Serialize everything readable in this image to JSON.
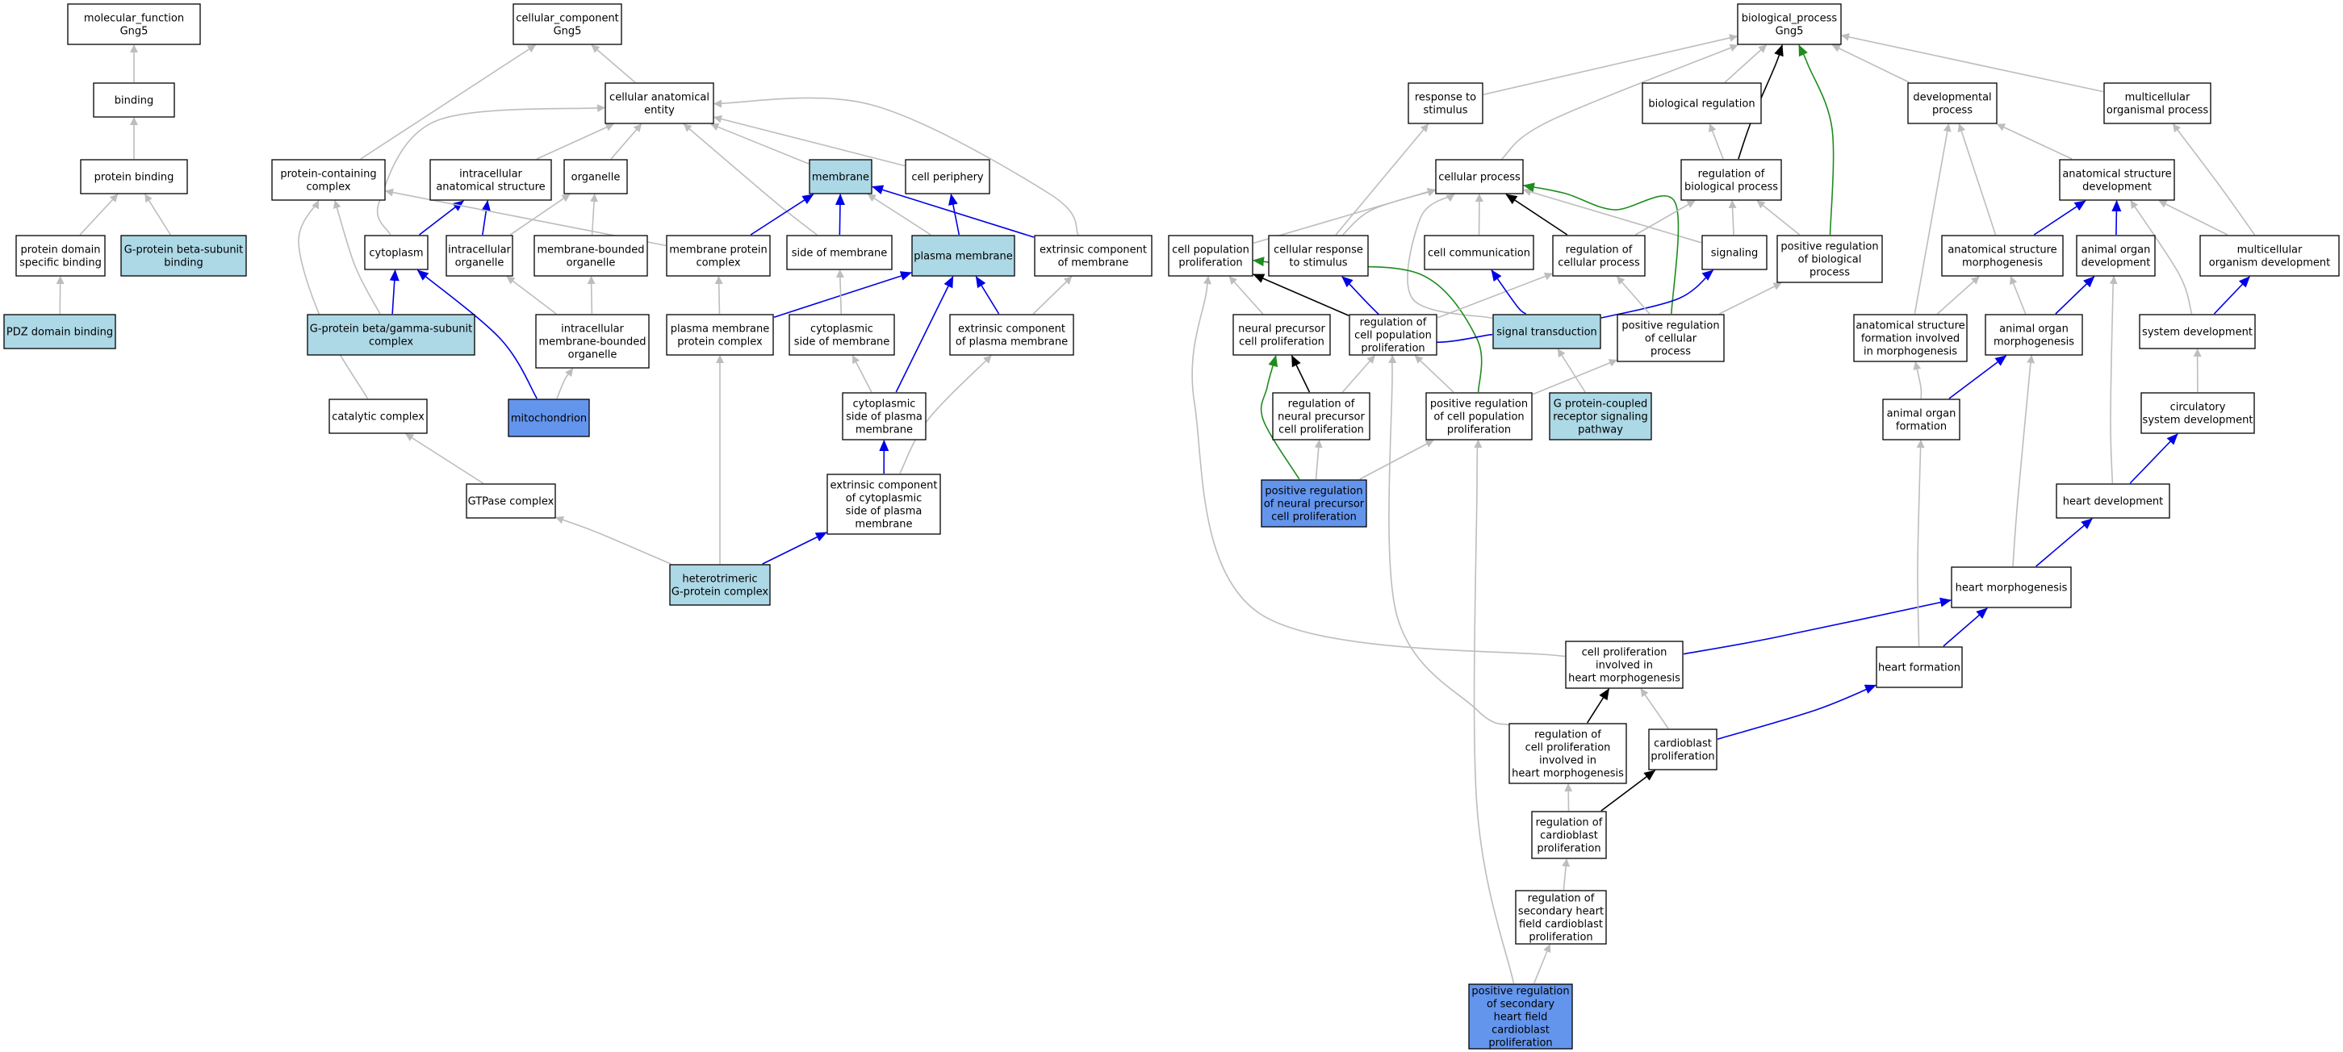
{
  "colors": {
    "white": "#ffffff",
    "light": "#add8e6",
    "medium": "#6495ed",
    "gray": "#bdbdbd",
    "blue": "#0000e6",
    "black": "#000000",
    "green": "#1e8c1e"
  },
  "nodes": [
    {
      "id": "mf",
      "lines": [
        "molecular_function",
        "Gng5"
      ],
      "fill": "white"
    },
    {
      "id": "binding",
      "lines": [
        "binding"
      ],
      "fill": "white"
    },
    {
      "id": "protbind",
      "lines": [
        "protein binding"
      ],
      "fill": "white"
    },
    {
      "id": "pdsb",
      "lines": [
        "protein domain",
        "specific binding"
      ],
      "fill": "white"
    },
    {
      "id": "gpbsub",
      "lines": [
        "G-protein beta-subunit",
        "binding"
      ],
      "fill": "light"
    },
    {
      "id": "pdz",
      "lines": [
        "PDZ domain binding"
      ],
      "fill": "light"
    },
    {
      "id": "cc",
      "lines": [
        "cellular_component",
        "Gng5"
      ],
      "fill": "white"
    },
    {
      "id": "cae",
      "lines": [
        "cellular anatomical",
        "entity"
      ],
      "fill": "white"
    },
    {
      "id": "pcc",
      "lines": [
        "protein-containing",
        "complex"
      ],
      "fill": "white"
    },
    {
      "id": "ias",
      "lines": [
        "intracellular",
        "anatomical structure"
      ],
      "fill": "white"
    },
    {
      "id": "organelle",
      "lines": [
        "organelle"
      ],
      "fill": "white"
    },
    {
      "id": "membrane",
      "lines": [
        "membrane"
      ],
      "fill": "light"
    },
    {
      "id": "cellper",
      "lines": [
        "cell periphery"
      ],
      "fill": "white"
    },
    {
      "id": "cytoplasm",
      "lines": [
        "cytoplasm"
      ],
      "fill": "white"
    },
    {
      "id": "intorg",
      "lines": [
        "intracellular",
        "organelle"
      ],
      "fill": "white"
    },
    {
      "id": "mbo",
      "lines": [
        "membrane-bounded",
        "organelle"
      ],
      "fill": "white"
    },
    {
      "id": "mpc",
      "lines": [
        "membrane protein",
        "complex"
      ],
      "fill": "white"
    },
    {
      "id": "som",
      "lines": [
        "side of membrane"
      ],
      "fill": "white"
    },
    {
      "id": "pm",
      "lines": [
        "plasma membrane"
      ],
      "fill": "light"
    },
    {
      "id": "ecm",
      "lines": [
        "extrinsic component",
        "of membrane"
      ],
      "fill": "white"
    },
    {
      "id": "gbgc",
      "lines": [
        "G-protein beta/gamma-subunit",
        "complex"
      ],
      "fill": "light"
    },
    {
      "id": "imbo",
      "lines": [
        "intracellular",
        "membrane-bounded",
        "organelle"
      ],
      "fill": "white"
    },
    {
      "id": "pmpc",
      "lines": [
        "plasma membrane",
        "protein complex"
      ],
      "fill": "white"
    },
    {
      "id": "csm",
      "lines": [
        "cytoplasmic",
        "side of membrane"
      ],
      "fill": "white"
    },
    {
      "id": "ecpm",
      "lines": [
        "extrinsic component",
        "of plasma membrane"
      ],
      "fill": "white"
    },
    {
      "id": "catcx",
      "lines": [
        "catalytic complex"
      ],
      "fill": "white"
    },
    {
      "id": "mito",
      "lines": [
        "mitochondrion"
      ],
      "fill": "medium"
    },
    {
      "id": "cspm",
      "lines": [
        "cytoplasmic",
        "side of plasma",
        "membrane"
      ],
      "fill": "white"
    },
    {
      "id": "gtpcx",
      "lines": [
        "GTPase complex"
      ],
      "fill": "white"
    },
    {
      "id": "eccspm",
      "lines": [
        "extrinsic component",
        "of cytoplasmic",
        "side of plasma",
        "membrane"
      ],
      "fill": "white"
    },
    {
      "id": "hgpc",
      "lines": [
        "heterotrimeric",
        "G-protein complex"
      ],
      "fill": "light"
    },
    {
      "id": "bp",
      "lines": [
        "biological_process",
        "Gng5"
      ],
      "fill": "white"
    },
    {
      "id": "rts",
      "lines": [
        "response to",
        "stimulus"
      ],
      "fill": "white"
    },
    {
      "id": "breg",
      "lines": [
        "biological regulation"
      ],
      "fill": "white"
    },
    {
      "id": "devp",
      "lines": [
        "developmental",
        "process"
      ],
      "fill": "white"
    },
    {
      "id": "mcop",
      "lines": [
        "multicellular",
        "organismal process"
      ],
      "fill": "white"
    },
    {
      "id": "cellproc",
      "lines": [
        "cellular process"
      ],
      "fill": "white"
    },
    {
      "id": "rbp",
      "lines": [
        "regulation of",
        "biological process"
      ],
      "fill": "white"
    },
    {
      "id": "asd",
      "lines": [
        "anatomical structure",
        "development"
      ],
      "fill": "white"
    },
    {
      "id": "cpp",
      "lines": [
        "cell population",
        "proliferation"
      ],
      "fill": "white"
    },
    {
      "id": "crs",
      "lines": [
        "cellular response",
        "to stimulus"
      ],
      "fill": "white"
    },
    {
      "id": "ccomm",
      "lines": [
        "cell communication"
      ],
      "fill": "white"
    },
    {
      "id": "rcp",
      "lines": [
        "regulation of",
        "cellular process"
      ],
      "fill": "white"
    },
    {
      "id": "signaling",
      "lines": [
        "signaling"
      ],
      "fill": "white"
    },
    {
      "id": "prbp",
      "lines": [
        "positive regulation",
        "of biological",
        "process"
      ],
      "fill": "white"
    },
    {
      "id": "asm",
      "lines": [
        "anatomical structure",
        "morphogenesis"
      ],
      "fill": "white"
    },
    {
      "id": "aod",
      "lines": [
        "animal organ",
        "development"
      ],
      "fill": "white"
    },
    {
      "id": "mod",
      "lines": [
        "multicellular",
        "organism development"
      ],
      "fill": "white"
    },
    {
      "id": "npcp",
      "lines": [
        "neural precursor",
        "cell proliferation"
      ],
      "fill": "white"
    },
    {
      "id": "rcpp",
      "lines": [
        "regulation of",
        "cell population",
        "proliferation"
      ],
      "fill": "white"
    },
    {
      "id": "sigtrans",
      "lines": [
        "signal transduction"
      ],
      "fill": "light"
    },
    {
      "id": "prcp",
      "lines": [
        "positive regulation",
        "of cellular",
        "process"
      ],
      "fill": "white"
    },
    {
      "id": "asfim",
      "lines": [
        "anatomical structure",
        "formation involved",
        "in morphogenesis"
      ],
      "fill": "white"
    },
    {
      "id": "aom",
      "lines": [
        "animal organ",
        "morphogenesis"
      ],
      "fill": "white"
    },
    {
      "id": "sysdev",
      "lines": [
        "system development"
      ],
      "fill": "white"
    },
    {
      "id": "rnpcp",
      "lines": [
        "regulation of",
        "neural precursor",
        "cell proliferation"
      ],
      "fill": "white"
    },
    {
      "id": "prcpp",
      "lines": [
        "positive regulation",
        "of cell population",
        "proliferation"
      ],
      "fill": "white"
    },
    {
      "id": "gpcr",
      "lines": [
        "G protein-coupled",
        "receptor signaling",
        "pathway"
      ],
      "fill": "light"
    },
    {
      "id": "aof",
      "lines": [
        "animal organ",
        "formation"
      ],
      "fill": "white"
    },
    {
      "id": "csd",
      "lines": [
        "circulatory",
        "system development"
      ],
      "fill": "white"
    },
    {
      "id": "prnpcp",
      "lines": [
        "positive regulation",
        "of neural precursor",
        "cell proliferation"
      ],
      "fill": "medium"
    },
    {
      "id": "heartdev",
      "lines": [
        "heart development"
      ],
      "fill": "white"
    },
    {
      "id": "heartmorph",
      "lines": [
        "heart morphogenesis"
      ],
      "fill": "white"
    },
    {
      "id": "cpihm",
      "lines": [
        "cell proliferation",
        "involved in",
        "heart morphogenesis"
      ],
      "fill": "white"
    },
    {
      "id": "heartform",
      "lines": [
        "heart formation"
      ],
      "fill": "white"
    },
    {
      "id": "rcpihm",
      "lines": [
        "regulation of",
        "cell proliferation",
        "involved in",
        "heart morphogenesis"
      ],
      "fill": "white"
    },
    {
      "id": "cbprol",
      "lines": [
        "cardioblast",
        "proliferation"
      ],
      "fill": "white"
    },
    {
      "id": "rcbp",
      "lines": [
        "regulation of",
        "cardioblast",
        "proliferation"
      ],
      "fill": "white"
    },
    {
      "id": "rshfcp",
      "lines": [
        "regulation of",
        "secondary heart",
        "field cardioblast",
        "proliferation"
      ],
      "fill": "white"
    },
    {
      "id": "prshfcp",
      "lines": [
        "positive regulation",
        "of secondary",
        "heart field",
        "cardioblast",
        "proliferation"
      ],
      "fill": "medium"
    }
  ],
  "edges": [
    [
      "binding",
      "mf",
      "gray"
    ],
    [
      "protbind",
      "binding",
      "gray"
    ],
    [
      "pdsb",
      "protbind",
      "gray"
    ],
    [
      "gpbsub",
      "protbind",
      "gray"
    ],
    [
      "pdz",
      "pdsb",
      "gray"
    ],
    [
      "cae",
      "cc",
      "gray"
    ],
    [
      "pcc",
      "cc",
      "gray"
    ],
    [
      "ias",
      "cae",
      "gray"
    ],
    [
      "organelle",
      "cae",
      "gray"
    ],
    [
      "membrane",
      "cae",
      "gray"
    ],
    [
      "cellper",
      "cae",
      "gray"
    ],
    [
      "cytoplasm",
      "cae",
      "gray"
    ],
    [
      "som",
      "cae",
      "gray"
    ],
    [
      "ecm",
      "cae",
      "gray"
    ],
    [
      "cytoplasm",
      "ias",
      "blue"
    ],
    [
      "intorg",
      "ias",
      "blue"
    ],
    [
      "intorg",
      "organelle",
      "gray"
    ],
    [
      "mbo",
      "organelle",
      "gray"
    ],
    [
      "mpc",
      "pcc",
      "gray"
    ],
    [
      "gbgc",
      "pcc",
      "gray"
    ],
    [
      "catcx",
      "pcc",
      "gray"
    ],
    [
      "mpc",
      "membrane",
      "blue"
    ],
    [
      "som",
      "membrane",
      "blue"
    ],
    [
      "pm",
      "membrane",
      "gray"
    ],
    [
      "pm",
      "cellper",
      "blue"
    ],
    [
      "ecm",
      "membrane",
      "blue"
    ],
    [
      "gbgc",
      "cytoplasm",
      "blue"
    ],
    [
      "mito",
      "cytoplasm",
      "blue"
    ],
    [
      "imbo",
      "intorg",
      "gray"
    ],
    [
      "imbo",
      "mbo",
      "gray"
    ],
    [
      "mito",
      "imbo",
      "gray"
    ],
    [
      "pmpc",
      "mpc",
      "gray"
    ],
    [
      "pmpc",
      "pm",
      "blue"
    ],
    [
      "csm",
      "som",
      "gray"
    ],
    [
      "ecpm",
      "pm",
      "blue"
    ],
    [
      "ecpm",
      "ecm",
      "gray"
    ],
    [
      "cspm",
      "csm",
      "gray"
    ],
    [
      "cspm",
      "pm",
      "blue"
    ],
    [
      "eccspm",
      "cspm",
      "blue"
    ],
    [
      "eccspm",
      "ecpm",
      "gray"
    ],
    [
      "gtpcx",
      "catcx",
      "gray"
    ],
    [
      "hgpc",
      "gtpcx",
      "gray"
    ],
    [
      "hgpc",
      "pmpc",
      "gray"
    ],
    [
      "hgpc",
      "eccspm",
      "blue"
    ],
    [
      "rts",
      "bp",
      "gray"
    ],
    [
      "breg",
      "bp",
      "gray"
    ],
    [
      "devp",
      "bp",
      "gray"
    ],
    [
      "mcop",
      "bp",
      "gray"
    ],
    [
      "cellproc",
      "bp",
      "gray"
    ],
    [
      "rbp",
      "bp",
      "black"
    ],
    [
      "prbp",
      "bp",
      "green"
    ],
    [
      "rbp",
      "breg",
      "gray"
    ],
    [
      "crs",
      "rts",
      "gray"
    ],
    [
      "asd",
      "devp",
      "gray"
    ],
    [
      "mod",
      "mcop",
      "gray"
    ],
    [
      "cpp",
      "cellproc",
      "gray"
    ],
    [
      "crs",
      "cellproc",
      "gray"
    ],
    [
      "ccomm",
      "cellproc",
      "gray"
    ],
    [
      "rcp",
      "cellproc",
      "black"
    ],
    [
      "signaling",
      "cellproc",
      "gray"
    ],
    [
      "sigtrans",
      "cellproc",
      "gray"
    ],
    [
      "prcp",
      "cellproc",
      "green"
    ],
    [
      "rcp",
      "rbp",
      "gray"
    ],
    [
      "signaling",
      "rbp",
      "gray"
    ],
    [
      "prbp",
      "rbp",
      "gray"
    ],
    [
      "asm",
      "asd",
      "blue"
    ],
    [
      "aod",
      "asd",
      "blue"
    ],
    [
      "mod",
      "asd",
      "gray"
    ],
    [
      "sysdev",
      "asd",
      "gray"
    ],
    [
      "asm",
      "devp",
      "gray"
    ],
    [
      "asfim",
      "devp",
      "gray"
    ],
    [
      "npcp",
      "cpp",
      "gray"
    ],
    [
      "rcpp",
      "cpp",
      "black"
    ],
    [
      "prcpp",
      "cpp",
      "green"
    ],
    [
      "cpihm",
      "cpp",
      "gray"
    ],
    [
      "rcpp",
      "rcp",
      "gray"
    ],
    [
      "sigtrans",
      "crs",
      "blue"
    ],
    [
      "sigtrans",
      "ccomm",
      "blue"
    ],
    [
      "sigtrans",
      "signaling",
      "blue"
    ],
    [
      "prcp",
      "rcp",
      "gray"
    ],
    [
      "prcp",
      "prbp",
      "gray"
    ],
    [
      "asfim",
      "asm",
      "gray"
    ],
    [
      "aom",
      "asm",
      "gray"
    ],
    [
      "aom",
      "aod",
      "blue"
    ],
    [
      "sysdev",
      "mod",
      "blue"
    ],
    [
      "rnpcp",
      "npcp",
      "black"
    ],
    [
      "rnpcp",
      "rcpp",
      "gray"
    ],
    [
      "prnpcp",
      "npcp",
      "green"
    ],
    [
      "prnpcp",
      "rnpcp",
      "gray"
    ],
    [
      "prnpcp",
      "prcpp",
      "gray"
    ],
    [
      "prcpp",
      "rcpp",
      "gray"
    ],
    [
      "prcpp",
      "prcp",
      "gray"
    ],
    [
      "gpcr",
      "sigtrans",
      "gray"
    ],
    [
      "rcpihm",
      "rcpp",
      "gray"
    ],
    [
      "aof",
      "asfim",
      "gray"
    ],
    [
      "aof",
      "aom",
      "blue"
    ],
    [
      "csd",
      "sysdev",
      "gray"
    ],
    [
      "heartdev",
      "csd",
      "blue"
    ],
    [
      "heartdev",
      "aod",
      "gray"
    ],
    [
      "heartmorph",
      "heartdev",
      "blue"
    ],
    [
      "heartmorph",
      "aom",
      "gray"
    ],
    [
      "cpihm",
      "heartmorph",
      "blue"
    ],
    [
      "heartform",
      "heartmorph",
      "blue"
    ],
    [
      "heartform",
      "aof",
      "gray"
    ],
    [
      "rcpihm",
      "cpihm",
      "black"
    ],
    [
      "cbprol",
      "cpihm",
      "gray"
    ],
    [
      "cbprol",
      "heartform",
      "blue"
    ],
    [
      "rcbp",
      "rcpihm",
      "gray"
    ],
    [
      "rcbp",
      "cbprol",
      "black"
    ],
    [
      "rshfcp",
      "rcbp",
      "gray"
    ],
    [
      "prshfcp",
      "rshfcp",
      "gray"
    ],
    [
      "prshfcp",
      "prcpp",
      "gray"
    ]
  ]
}
